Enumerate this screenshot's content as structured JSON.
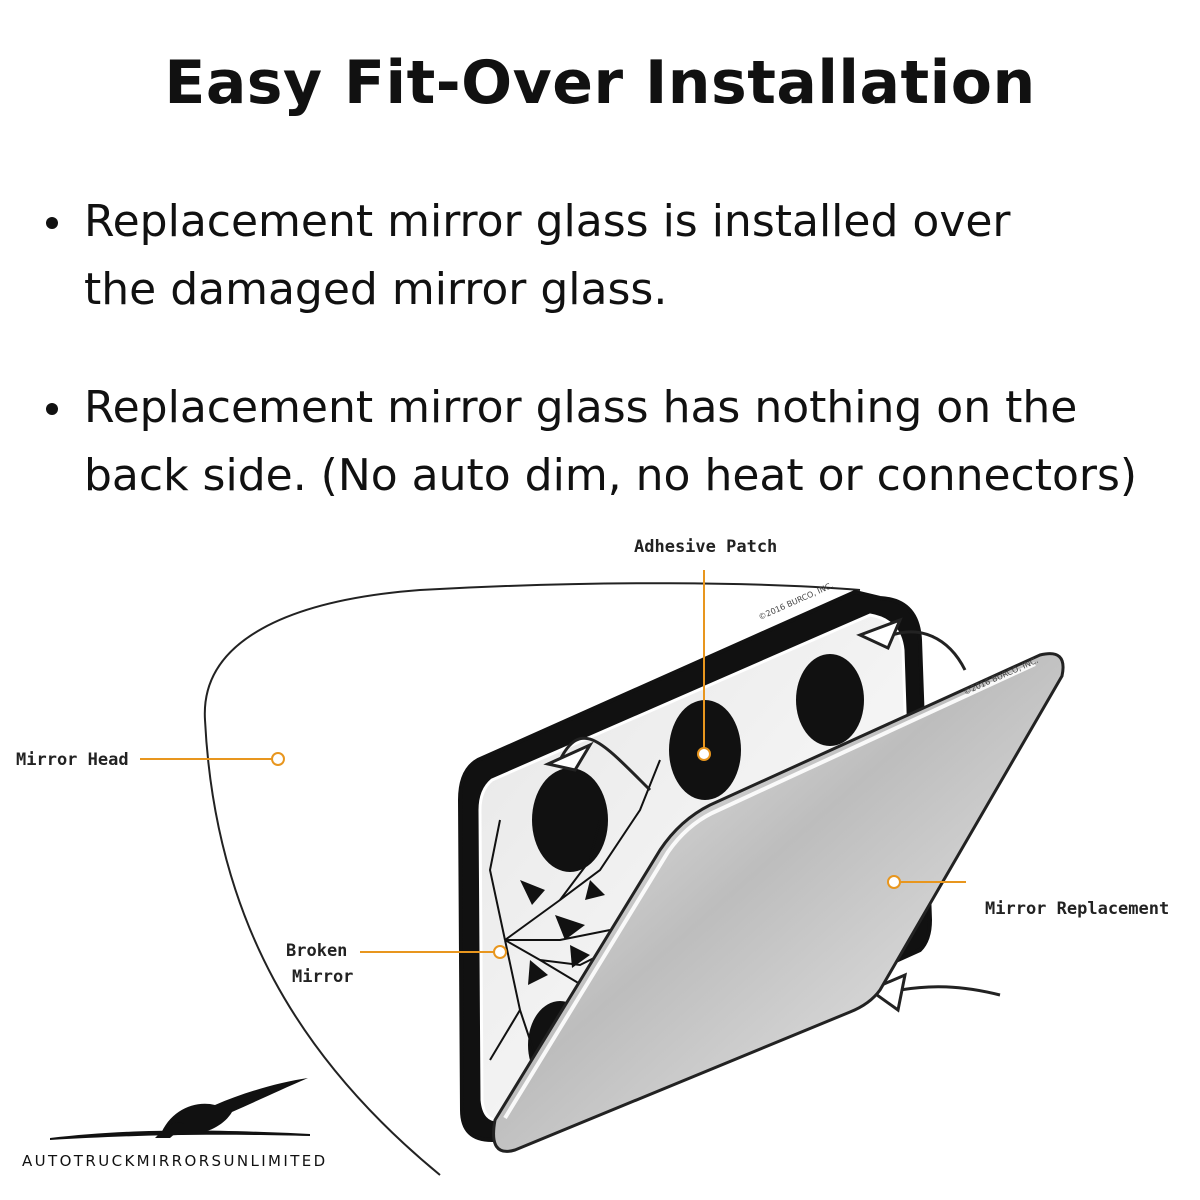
{
  "title": "Easy Fit-Over Installation",
  "bullets": [
    {
      "lines": [
        "Replacement mirror glass is installed over",
        "the damaged mirror glass."
      ]
    },
    {
      "lines": [
        "Replacement mirror glass has nothing on the",
        "back side. (No auto dim, no heat or connectors)"
      ]
    }
  ],
  "diagram": {
    "labels": {
      "adhesive_patch": "Adhesive Patch",
      "mirror_head": "Mirror Head",
      "broken_mirror_line1": "Broken",
      "broken_mirror_line2": "Mirror",
      "mirror_replacement": "Mirror Replacement"
    },
    "callout_color": "#E8961E",
    "copyright": "©2016 BURCO, INC."
  },
  "logo": {
    "text": "AUTOTRUCKMIRRORSUNLIMITED",
    "icon": "eagle-logo-icon"
  }
}
